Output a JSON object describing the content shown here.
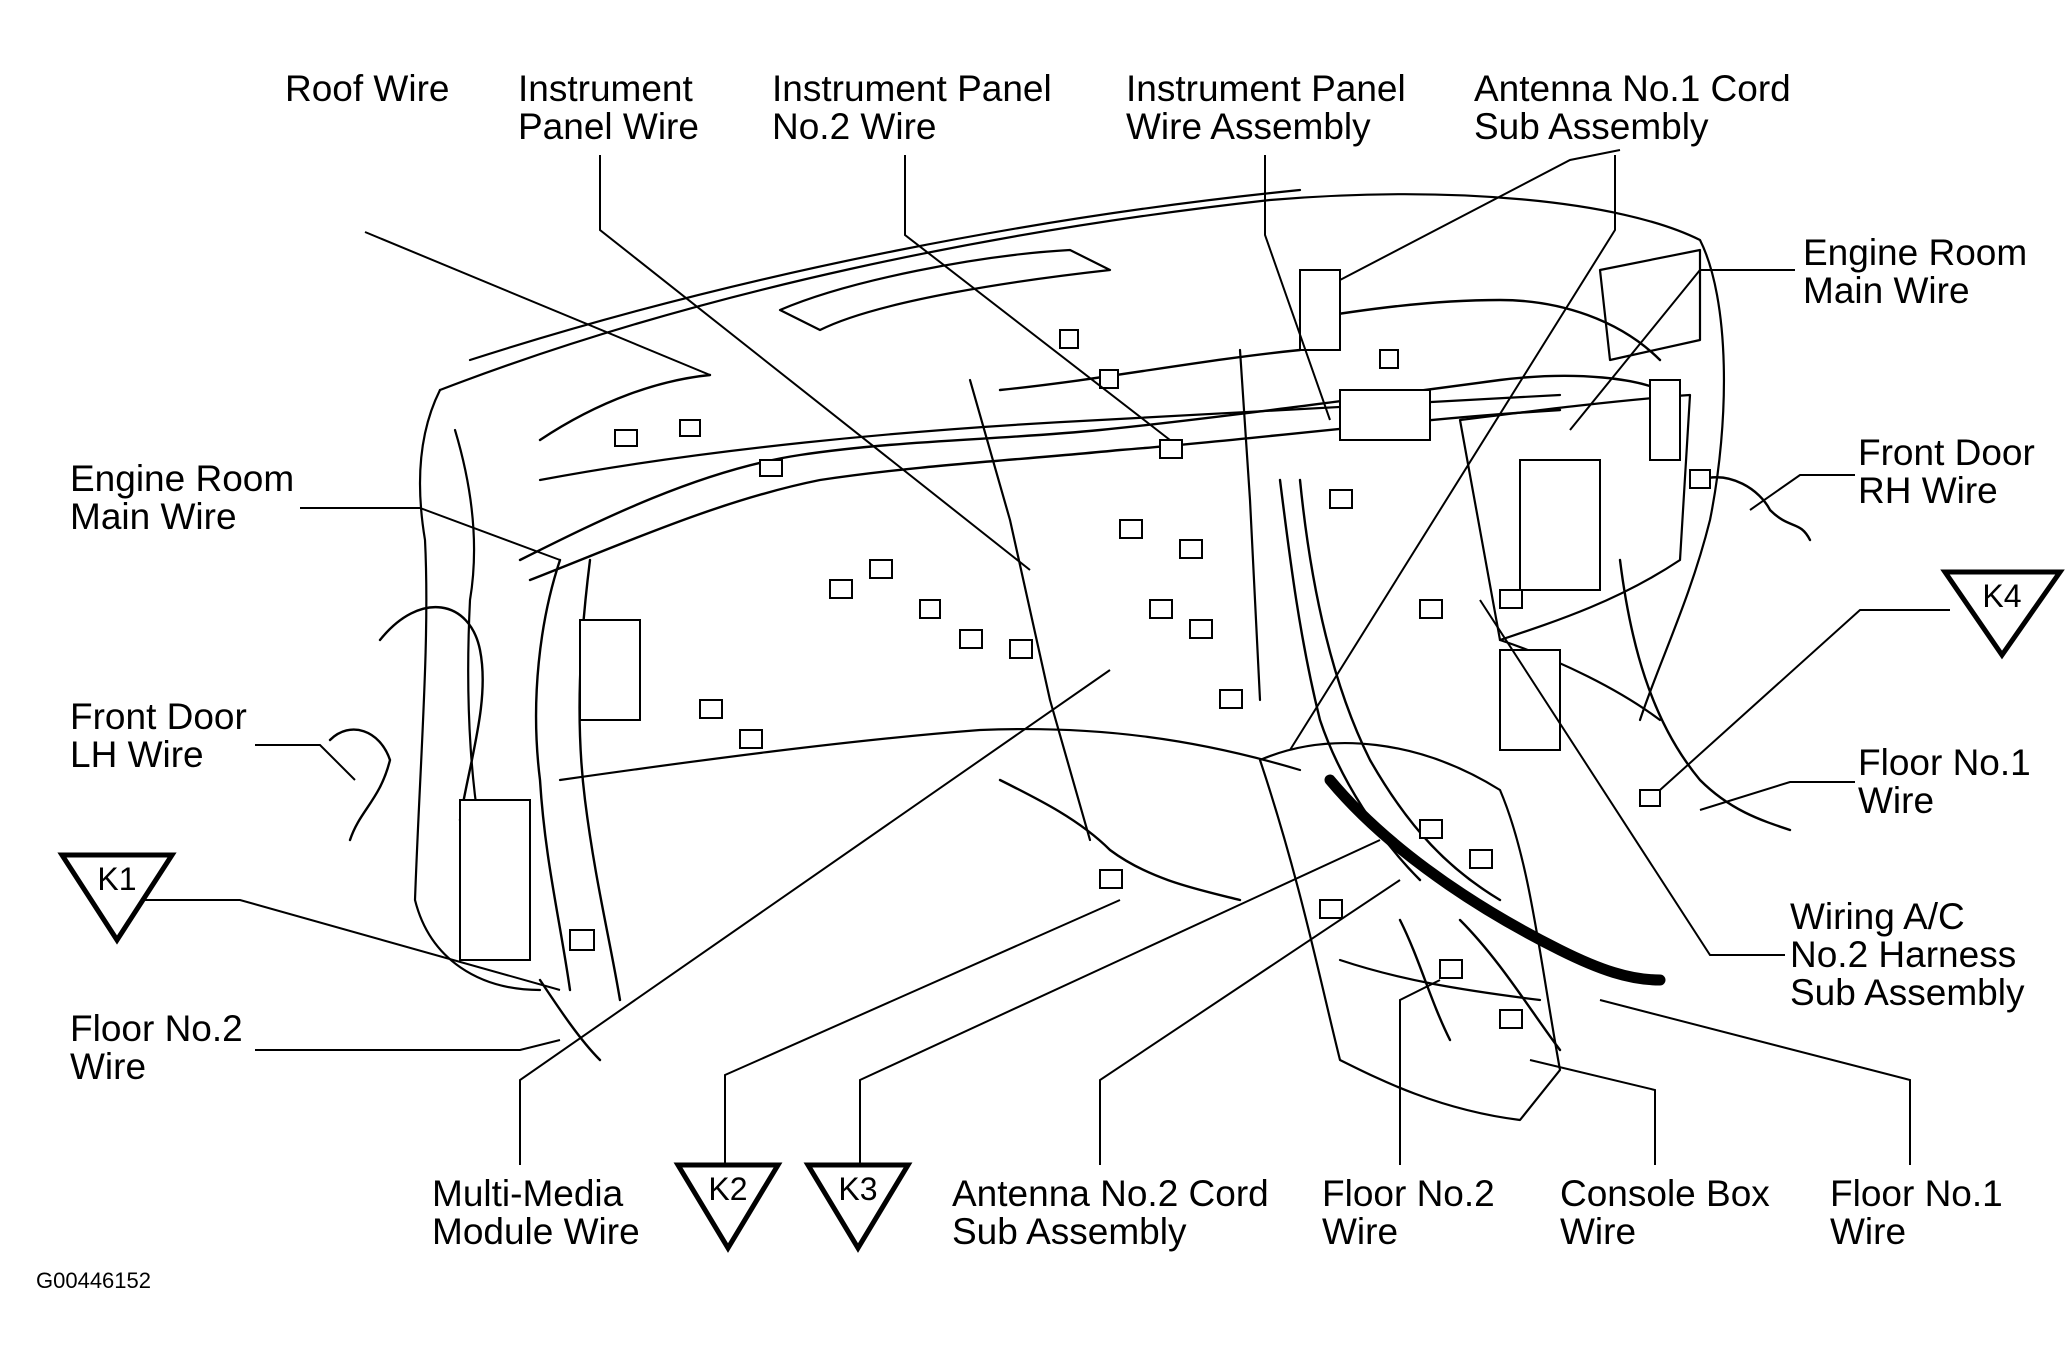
{
  "figure_id": "G00446152",
  "labels": {
    "roof_wire": [
      "Roof Wire"
    ],
    "instrument_panel_wire": [
      "Instrument",
      "Panel Wire"
    ],
    "instrument_panel_no2_wire": [
      "Instrument Panel",
      "No.2 Wire"
    ],
    "instrument_panel_wire_assembly": [
      "Instrument Panel",
      "Wire Assembly"
    ],
    "antenna_no1_cord": [
      "Antenna No.1 Cord",
      "Sub Assembly"
    ],
    "engine_room_main_wire_right": [
      "Engine Room",
      "Main Wire"
    ],
    "front_door_rh_wire": [
      "Front Door",
      "RH Wire"
    ],
    "engine_room_main_wire_left": [
      "Engine Room",
      "Main Wire"
    ],
    "front_door_lh_wire": [
      "Front Door",
      "LH Wire"
    ],
    "floor_no1_wire_right": [
      "Floor No.1",
      "Wire"
    ],
    "wiring_ac_no2": [
      "Wiring A/C",
      "No.2 Harness",
      "Sub Assembly"
    ],
    "floor_no2_wire_left": [
      "Floor No.2",
      "Wire"
    ],
    "multi_media_module_wire": [
      "Multi-Media",
      "Module Wire"
    ],
    "antenna_no2_cord": [
      "Antenna No.2 Cord",
      "Sub Assembly"
    ],
    "floor_no2_wire_bottom": [
      "Floor No.2",
      "Wire"
    ],
    "console_box_wire": [
      "Console Box",
      "Wire"
    ],
    "floor_no1_wire_bottom": [
      "Floor No.1",
      "Wire"
    ]
  },
  "markers": [
    "K1",
    "K2",
    "K3",
    "K4"
  ]
}
